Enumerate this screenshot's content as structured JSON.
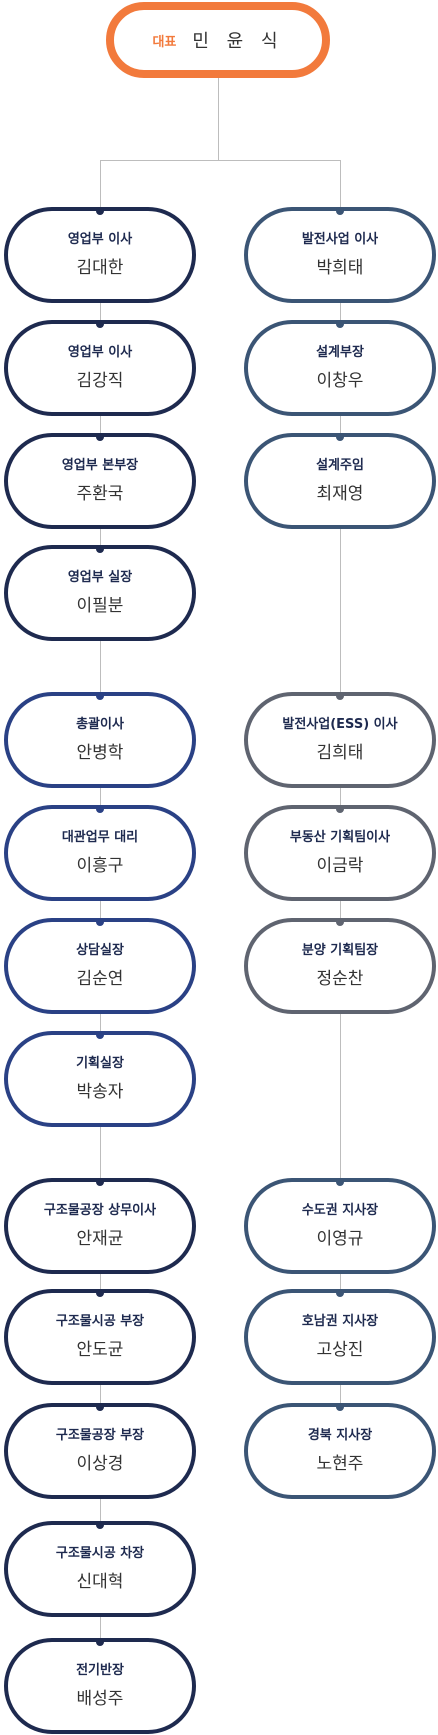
{
  "ceo": {
    "role": "대표",
    "name": "민 윤 식"
  },
  "columns": {
    "left": [
      {
        "role": "영업부 이사",
        "name": "김대한",
        "style": "navy"
      },
      {
        "role": "영업부 이사",
        "name": "김강직",
        "style": "navy"
      },
      {
        "role": "영업부 본부장",
        "name": "주환국",
        "style": "navy"
      },
      {
        "role": "영업부 실장",
        "name": "이필분",
        "style": "navy"
      },
      {
        "role": "총괄이사",
        "name": "안병학",
        "style": "blue"
      },
      {
        "role": "대관업무 대리",
        "name": "이흥구",
        "style": "blue"
      },
      {
        "role": "상담실장",
        "name": "김순연",
        "style": "blue"
      },
      {
        "role": "기획실장",
        "name": "박송자",
        "style": "blue"
      },
      {
        "role": "구조물공장 상무이사",
        "name": "안재균",
        "style": "navy"
      },
      {
        "role": "구조물시공 부장",
        "name": "안도균",
        "style": "navy"
      },
      {
        "role": "구조물공장 부장",
        "name": "이상경",
        "style": "navy"
      },
      {
        "role": "구조물시공 차장",
        "name": "신대혁",
        "style": "navy"
      },
      {
        "role": "전기반장",
        "name": "배성주",
        "style": "navy"
      }
    ],
    "right": [
      {
        "role": "발전사업 이사",
        "name": "박희태",
        "style": "slate"
      },
      {
        "role": "설계부장",
        "name": "이창우",
        "style": "slate"
      },
      {
        "role": "설계주임",
        "name": "최재영",
        "style": "slate"
      },
      {
        "role": "발전사업(ESS) 이사",
        "name": "김희태",
        "style": "gray"
      },
      {
        "role": "부동산 기획팀이사",
        "name": "이금락",
        "style": "gray"
      },
      {
        "role": "분양 기획팀장",
        "name": "정순찬",
        "style": "gray"
      },
      {
        "role": "수도권 지사장",
        "name": "이영규",
        "style": "slate"
      },
      {
        "role": "호남권 지사장",
        "name": "고상진",
        "style": "slate"
      },
      {
        "role": "경북 지사장",
        "name": "노현주",
        "style": "slate"
      }
    ]
  },
  "colors": {
    "ceo": "#f27a3c",
    "navy": "#1e2a4f",
    "slate": "#3b5575",
    "blue": "#2a4185",
    "gray": "#5f6470",
    "line": "#bdbdbd"
  }
}
